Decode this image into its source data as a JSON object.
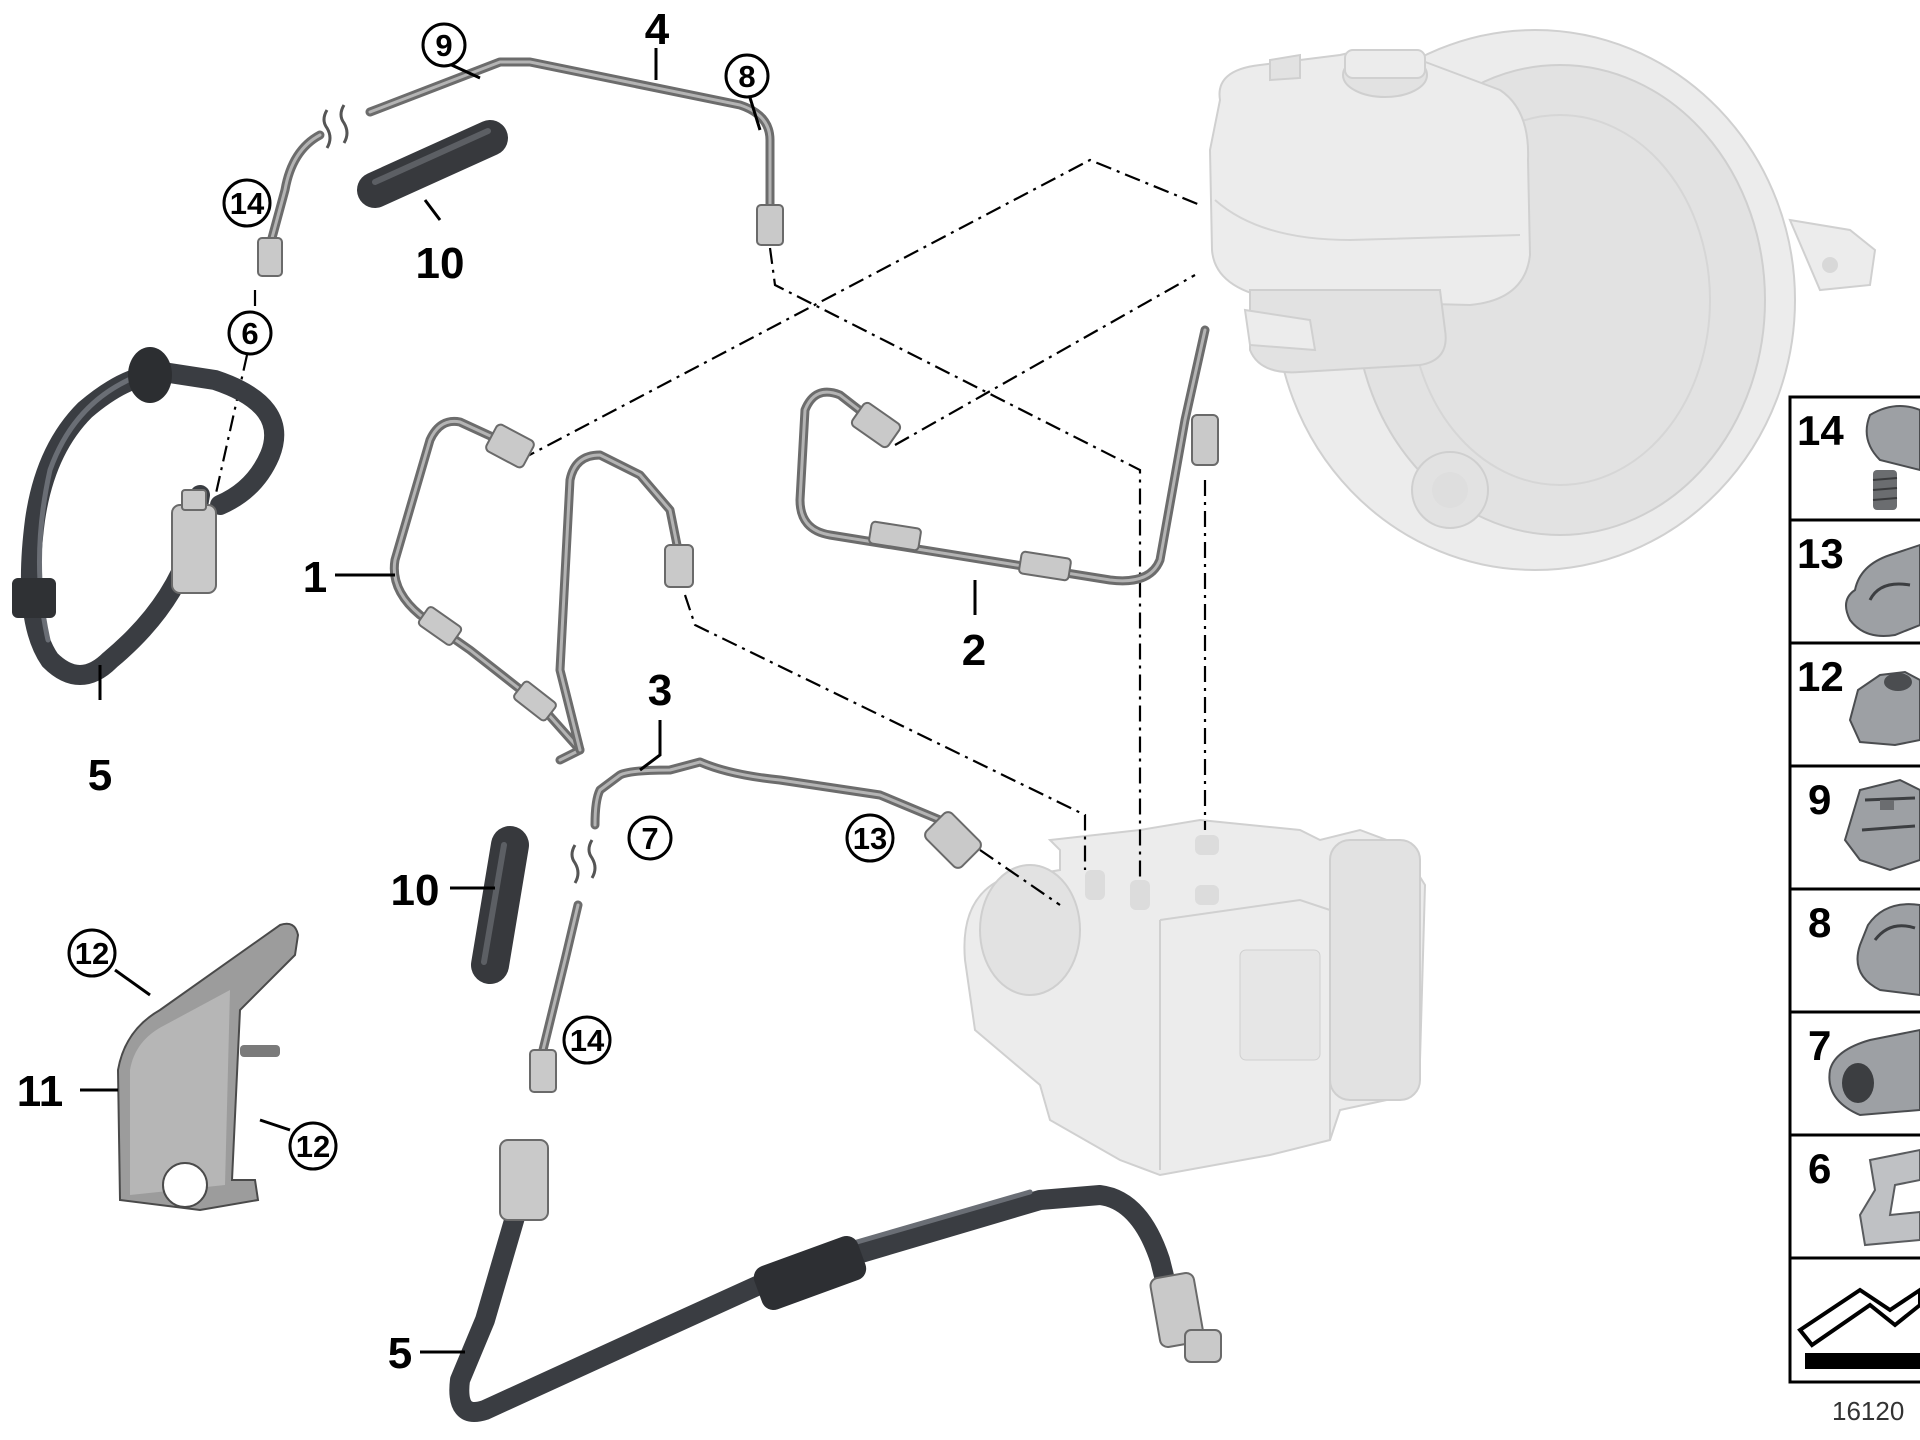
{
  "callouts": {
    "c9": "9",
    "c8": "8",
    "c14_top": "14",
    "c6": "6",
    "c7": "7",
    "c13": "13",
    "c14_mid": "14",
    "c12_top": "12",
    "c12_bottom": "12"
  },
  "labels": {
    "p4": "4",
    "p10_top": "10",
    "p1": "1",
    "p5_left": "5",
    "p2": "2",
    "p3": "3",
    "p10_mid": "10",
    "p11": "11",
    "p5_bottom": "5"
  },
  "sidebar": {
    "items": [
      {
        "label": "14"
      },
      {
        "label": "13"
      },
      {
        "label": "12"
      },
      {
        "label": "9"
      },
      {
        "label": "8"
      },
      {
        "label": "7"
      },
      {
        "label": "6"
      }
    ]
  },
  "diagram_code": "16120",
  "colors": {
    "pipe": "#6c6c6c",
    "hose": "#3a3d42",
    "ghost_part": "#ececec"
  }
}
